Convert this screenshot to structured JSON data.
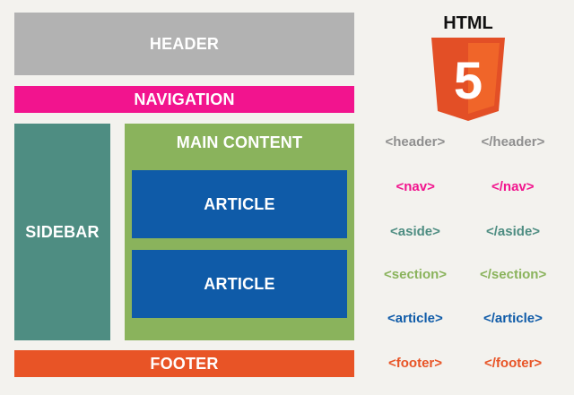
{
  "layout": {
    "header": "HEADER",
    "navigation": "NAVIGATION",
    "sidebar": "SIDEBAR",
    "main_content": "MAIN CONTENT",
    "articles": [
      "ARTICLE",
      "ARTICLE"
    ],
    "footer": "FOOTER"
  },
  "logo": {
    "text": "HTML",
    "badge": "5",
    "colors": {
      "shield": "#e34f26",
      "shield_light": "#f06529",
      "text": "#111111"
    }
  },
  "tags": [
    {
      "open": "<header>",
      "close": "</header>",
      "color": "#8f8f8f"
    },
    {
      "open": "<nav>",
      "close": "</nav>",
      "color": "#f2148e"
    },
    {
      "open": "<aside>",
      "close": "</aside>",
      "color": "#4e8d82"
    },
    {
      "open": "<section>",
      "close": "</section>",
      "color": "#8ab35c"
    },
    {
      "open": "<article>",
      "close": "</article>",
      "color": "#0f5ba8"
    },
    {
      "open": "<footer>",
      "close": "</footer>",
      "color": "#e85426"
    }
  ],
  "colors": {
    "background": "#f3f2ee",
    "header": "#b2b2b2",
    "navigation": "#f2148e",
    "sidebar": "#4e8d82",
    "main_content": "#8ab35c",
    "article": "#0f5ba8",
    "footer": "#e85426"
  }
}
